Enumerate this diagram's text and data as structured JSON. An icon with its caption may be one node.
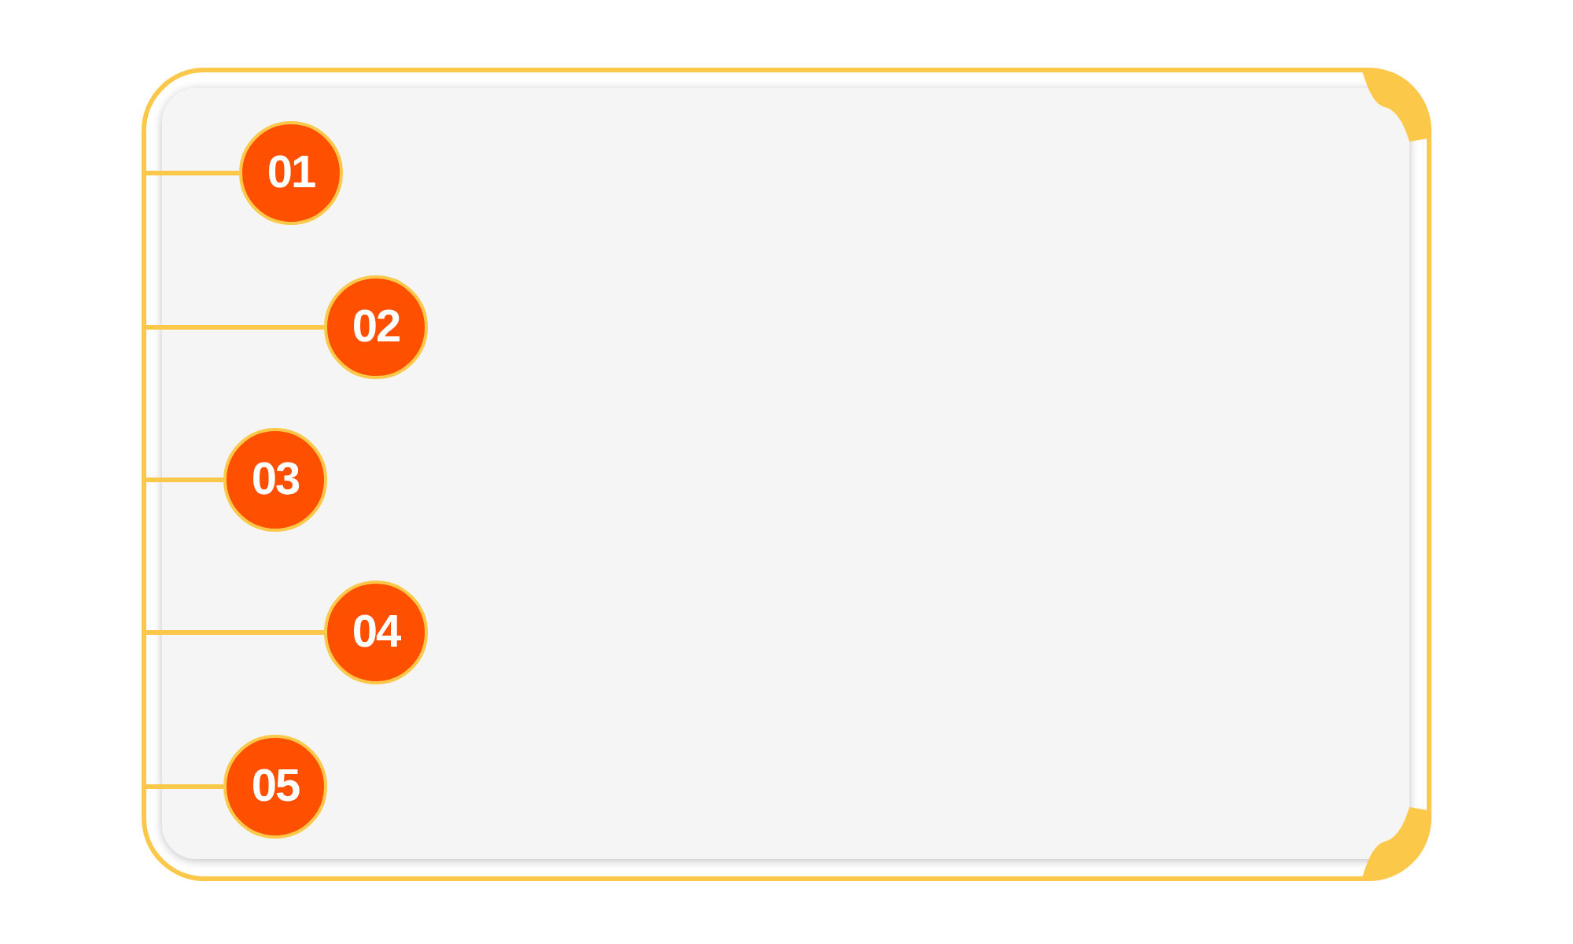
{
  "diagram": {
    "nodes": [
      {
        "text": [],
        "shape": "box"
      },
      {
        "text": [
          "01"
        ],
        "in": 0
      },
      {
        "text": [
          "02"
        ],
        "in": 0
      },
      {
        "text": [
          "03"
        ],
        "in": 0
      },
      {
        "text": [
          "04"
        ],
        "in": 0
      },
      {
        "text": [
          "05"
        ],
        "in": 0
      }
    ],
    "edges": [
      {
        "from": 0,
        "to": 1,
        "arrow": "none"
      },
      {
        "from": 0,
        "to": 2,
        "arrow": "none"
      },
      {
        "from": 0,
        "to": 3,
        "arrow": "none"
      },
      {
        "from": 0,
        "to": 4,
        "arrow": "none"
      },
      {
        "from": 0,
        "to": 5,
        "arrow": "none"
      }
    ]
  }
}
